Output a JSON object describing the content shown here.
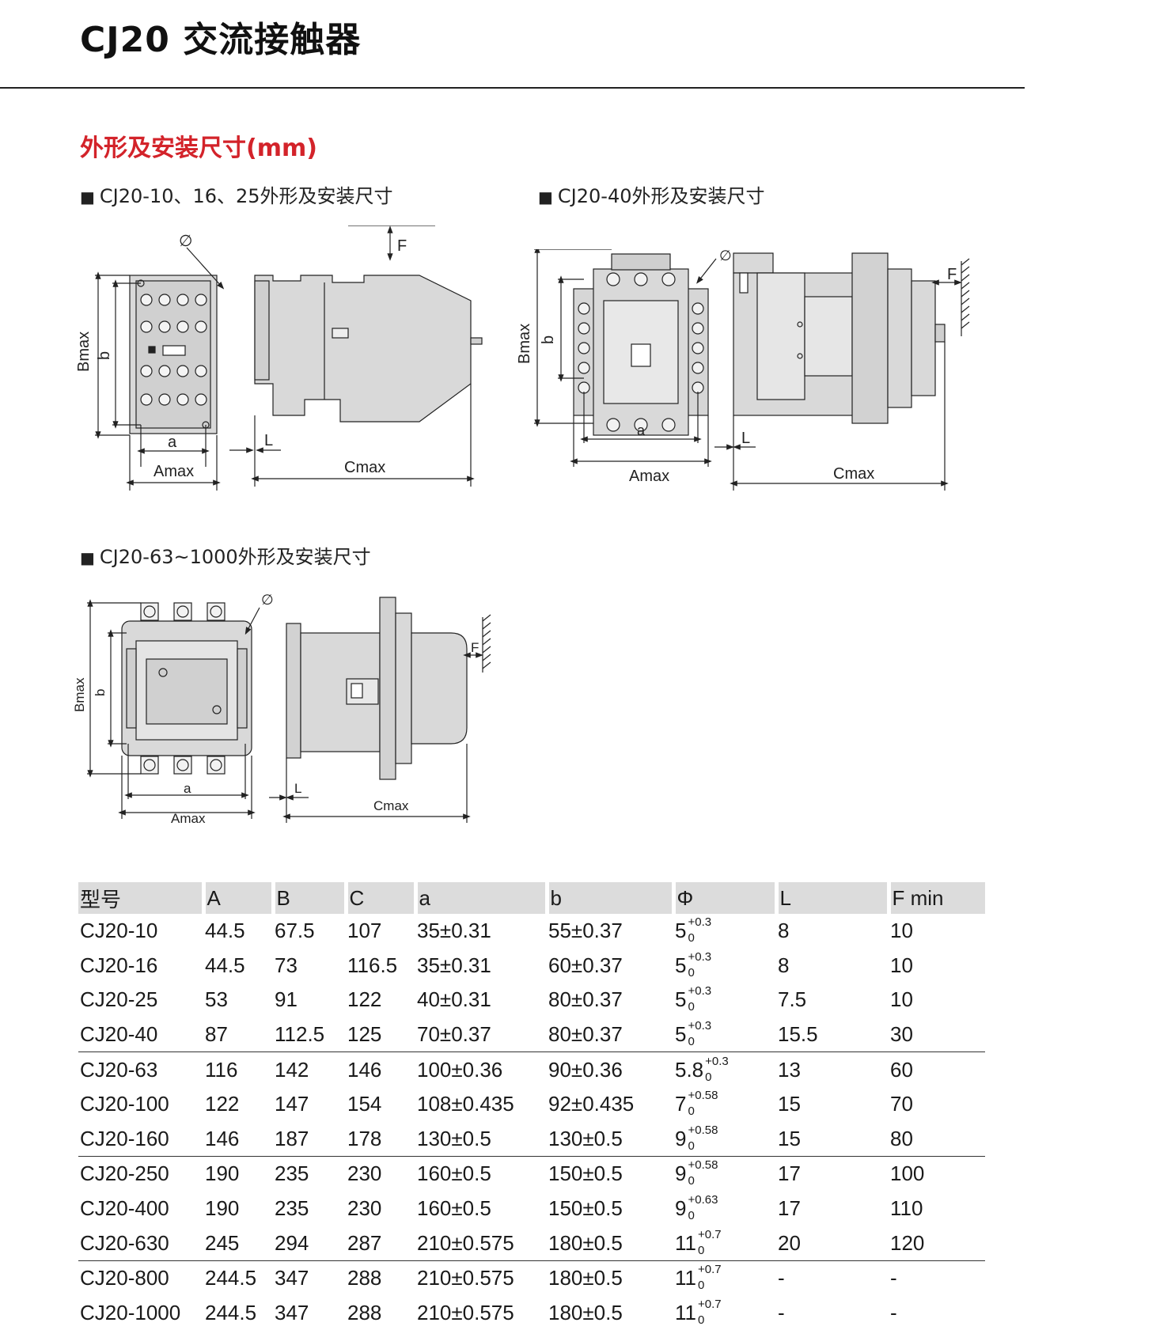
{
  "header": {
    "title": "CJ20 交流接触器"
  },
  "section": {
    "heading": "外形及安装尺寸(mm)"
  },
  "figures": [
    {
      "marker": "■",
      "caption": "CJ20-10、16、25外形及安装尺寸",
      "labels": {
        "phi": "∅",
        "bmax": "Bmax",
        "b": "b",
        "a": "a",
        "amax": "Amax",
        "f": "F",
        "l": "L",
        "cmax": "Cmax"
      }
    },
    {
      "marker": "■",
      "caption": "CJ20-40外形及安装尺寸",
      "labels": {
        "phi": "∅",
        "bmax": "Bmax",
        "b": "b",
        "a": "a",
        "amax": "Amax",
        "f": "F",
        "l": "L",
        "cmax": "Cmax"
      }
    },
    {
      "marker": "■",
      "caption": "CJ20-63~1000外形及安装尺寸",
      "labels": {
        "phi": "∅",
        "bmax": "Bmax",
        "b": "b",
        "a": "a",
        "amax": "Amax",
        "f": "F",
        "l": "L",
        "cmax": "Cmax"
      }
    }
  ],
  "table": {
    "headers": [
      "型号",
      "A",
      "B",
      "C",
      "a",
      "b",
      "Φ",
      "L",
      "F  min"
    ],
    "rows": [
      {
        "model": "CJ20-10",
        "A": "44.5",
        "B": "67.5",
        "C": "107",
        "a": "35±0.31",
        "b": "55±0.37",
        "phi": "5",
        "phi_upper": "+0.3",
        "phi_lower": "0",
        "L": "8",
        "F": "10"
      },
      {
        "model": "CJ20-16",
        "A": "44.5",
        "B": "73",
        "C": "116.5",
        "a": "35±0.31",
        "b": "60±0.37",
        "phi": "5",
        "phi_upper": "+0.3",
        "phi_lower": "0",
        "L": "8",
        "F": "10"
      },
      {
        "model": "CJ20-25",
        "A": "53",
        "B": "91",
        "C": "122",
        "a": "40±0.31",
        "b": "80±0.37",
        "phi": "5",
        "phi_upper": "+0.3",
        "phi_lower": "0",
        "L": "7.5",
        "F": "10"
      },
      {
        "model": "CJ20-40",
        "A": "87",
        "B": "112.5",
        "C": "125",
        "a": "70±0.37",
        "b": "80±0.37",
        "phi": "5",
        "phi_upper": "+0.3",
        "phi_lower": "0",
        "L": "15.5",
        "F": "30"
      },
      {
        "model": "CJ20-63",
        "A": "116",
        "B": "142",
        "C": "146",
        "a": "100±0.36",
        "b": "90±0.36",
        "phi": "5.8",
        "phi_upper": "+0.3",
        "phi_lower": "0",
        "L": "13",
        "F": "60",
        "group_start": true
      },
      {
        "model": "CJ20-100",
        "A": "122",
        "B": "147",
        "C": "154",
        "a": "108±0.435",
        "b": "92±0.435",
        "phi": "7",
        "phi_upper": "+0.58",
        "phi_lower": "0",
        "L": "15",
        "F": "70"
      },
      {
        "model": "CJ20-160",
        "A": "146",
        "B": "187",
        "C": "178",
        "a": "130±0.5",
        "b": "130±0.5",
        "phi": "9",
        "phi_upper": "+0.58",
        "phi_lower": "0",
        "L": "15",
        "F": "80"
      },
      {
        "model": "CJ20-250",
        "A": "190",
        "B": "235",
        "C": "230",
        "a": "160±0.5",
        "b": "150±0.5",
        "phi": "9",
        "phi_upper": "+0.58",
        "phi_lower": "0",
        "L": "17",
        "F": "100",
        "group_start": true
      },
      {
        "model": "CJ20-400",
        "A": "190",
        "B": "235",
        "C": "230",
        "a": "160±0.5",
        "b": "150±0.5",
        "phi": "9",
        "phi_upper": "+0.63",
        "phi_lower": "0",
        "L": "17",
        "F": "110"
      },
      {
        "model": "CJ20-630",
        "A": "245",
        "B": "294",
        "C": "287",
        "a": "210±0.575",
        "b": "180±0.5",
        "phi": "11",
        "phi_upper": "+0.7",
        "phi_lower": "0",
        "L": "20",
        "F": "120"
      },
      {
        "model": "CJ20-800",
        "A": "244.5",
        "B": "347",
        "C": "288",
        "a": "210±0.575",
        "b": "180±0.5",
        "phi": "11",
        "phi_upper": "+0.7",
        "phi_lower": "0",
        "L": "-",
        "F": "-",
        "group_start": true
      },
      {
        "model": "CJ20-1000",
        "A": "244.5",
        "B": "347",
        "C": "288",
        "a": "210±0.575",
        "b": "180±0.5",
        "phi": "11",
        "phi_upper": "+0.7",
        "phi_lower": "0",
        "L": "-",
        "F": "-"
      }
    ]
  }
}
